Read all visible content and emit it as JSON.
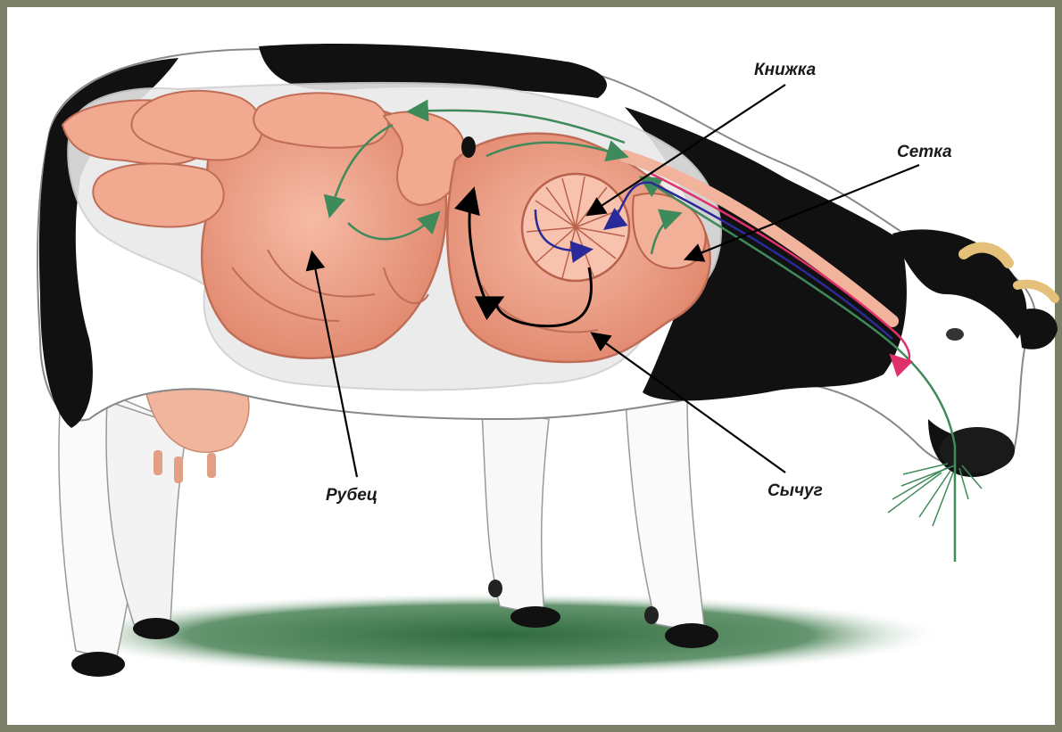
{
  "labels": {
    "knizhka": "Книжка",
    "setka": "Сетка",
    "rubets": "Рубец",
    "sychug": "Сычуг"
  },
  "colors": {
    "background_frame": "#7c8069",
    "cow_white": "#ffffff",
    "cow_black": "#111111",
    "organ_pink": "#f0a58e",
    "organ_dark": "#d9826b",
    "flow_green": "#3f8a5a",
    "flow_red": "#e0306a",
    "flow_blue": "#2a2a9a",
    "flow_black": "#000000",
    "grass_shadow": "#2f6a3d"
  }
}
